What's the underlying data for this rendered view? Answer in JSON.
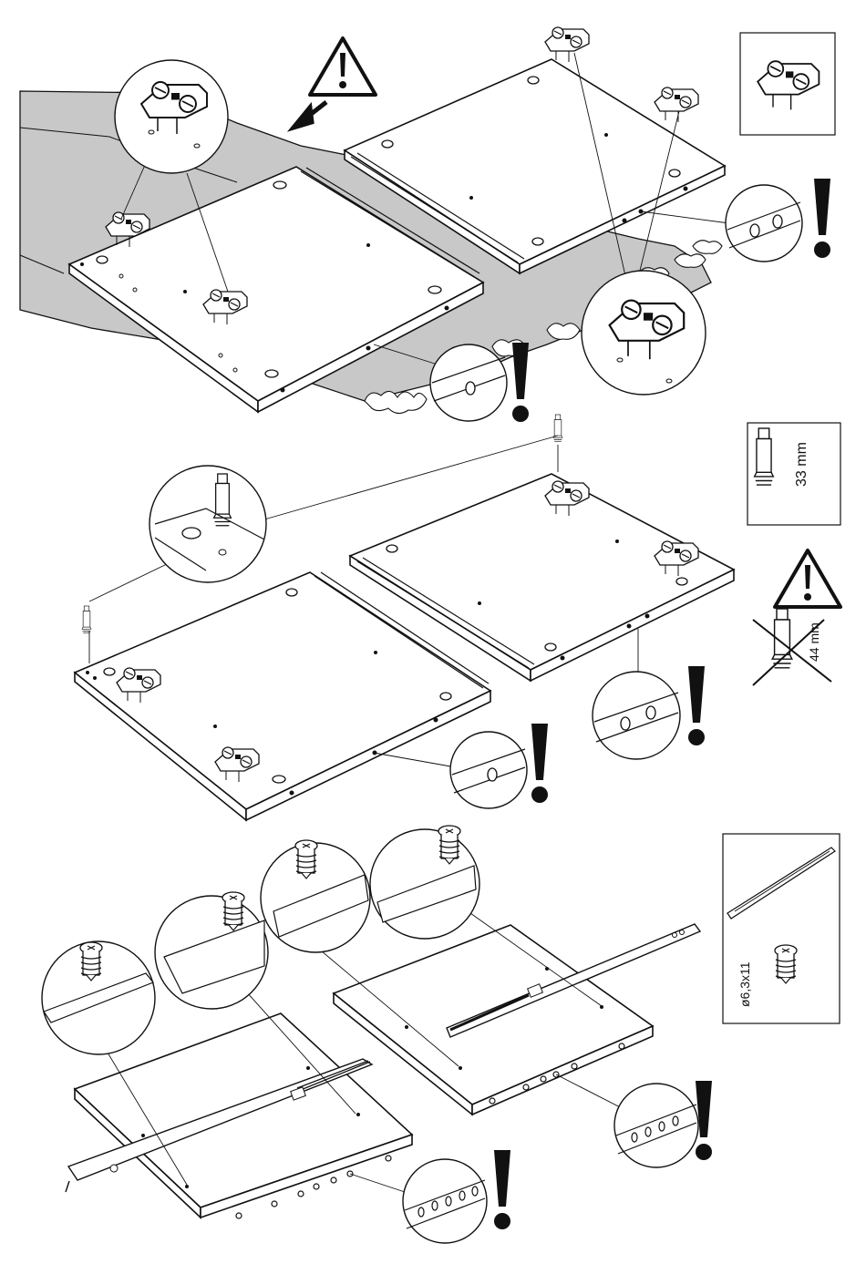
{
  "labels": {
    "dowel_length": "33 mm",
    "wrong_dowel_length": "44 mm",
    "screw_size": "ø6,3x11"
  },
  "colors": {
    "ink": "#111111",
    "rug": "#c8c8c8",
    "paper": "#ffffff"
  },
  "icons": [
    "warning-triangle-icon",
    "exclamation-mark-icon",
    "cam-lock-fitting-icon",
    "dowel-pin-icon",
    "euro-screw-icon",
    "drawer-slide-rail-icon"
  ]
}
